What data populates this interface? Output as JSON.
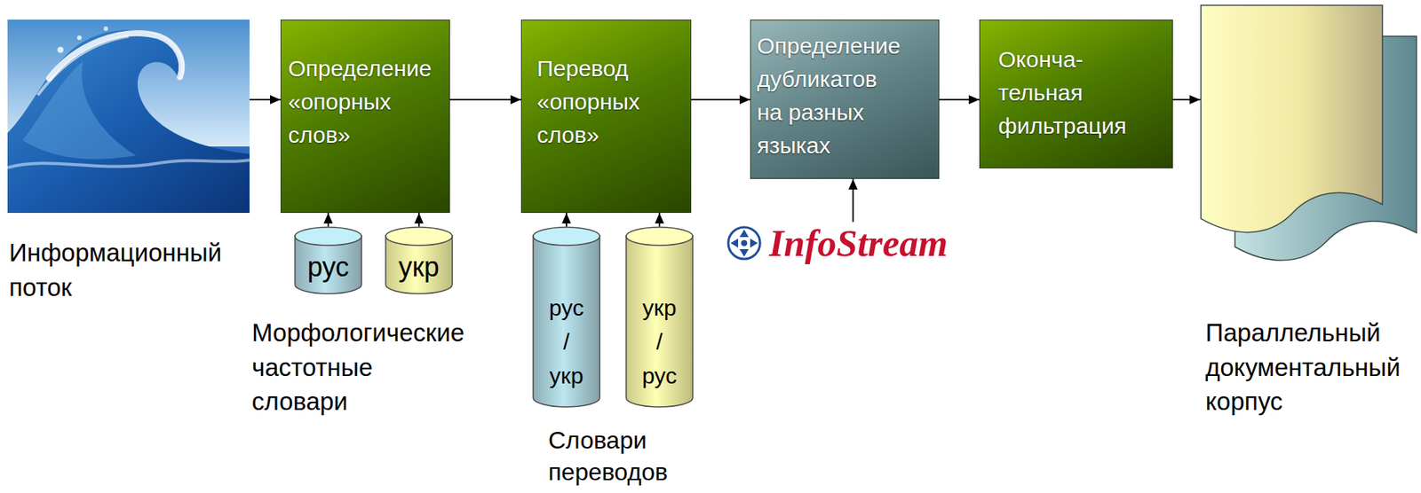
{
  "diagram": {
    "nodes": [
      {
        "text": [
          "Информационный поток"
        ]
      },
      {
        "text": [
          "Определение «опорных слов»"
        ]
      },
      {
        "text": [
          "Перевод «опорных слов»"
        ]
      },
      {
        "text": [
          "Определение дубликатов на разных языках"
        ]
      },
      {
        "text": [
          "Оконча- тельная фильтрация"
        ]
      },
      {
        "text": [
          "Параллельный документальный корпус"
        ]
      },
      {
        "text": [
          "рус"
        ]
      },
      {
        "text": [
          "укр"
        ]
      },
      {
        "text": [
          "рус / укр"
        ]
      },
      {
        "text": [
          "укр / рус"
        ]
      },
      {
        "text": [
          "InfoStream"
        ]
      }
    ],
    "edges": [
      {
        "from": 0,
        "to": 1,
        "arrow": "to"
      },
      {
        "from": 1,
        "to": 2,
        "arrow": "to"
      },
      {
        "from": 2,
        "to": 3,
        "arrow": "to"
      },
      {
        "from": 3,
        "to": 4,
        "arrow": "to"
      },
      {
        "from": 4,
        "to": 5,
        "arrow": "to"
      },
      {
        "from": 6,
        "to": 1,
        "arrow": "to"
      },
      {
        "from": 7,
        "to": 1,
        "arrow": "to"
      },
      {
        "from": 8,
        "to": 2,
        "arrow": "to"
      },
      {
        "from": 9,
        "to": 2,
        "arrow": "to"
      },
      {
        "from": 10,
        "to": 3,
        "arrow": "to"
      }
    ],
    "labels": [
      "Морфологические частотные словари",
      "Словари переводов"
    ]
  }
}
